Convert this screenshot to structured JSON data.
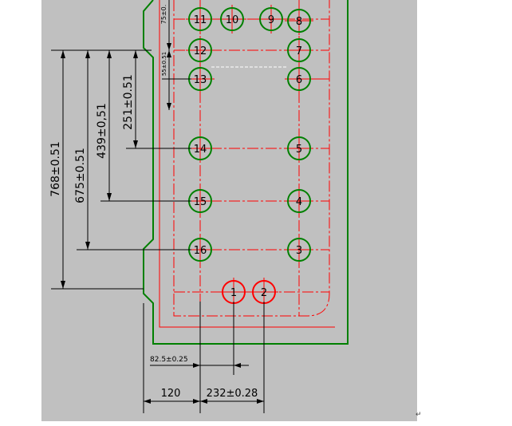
{
  "colors": {
    "background": "#c0c0c0",
    "outline": "#008000",
    "centerline": "#ff0000",
    "dimension": "#000000"
  },
  "holes": [
    {
      "label": "1",
      "ring_color": "#ff0000"
    },
    {
      "label": "2",
      "ring_color": "#ff0000"
    },
    {
      "label": "3",
      "ring_color": "#008000"
    },
    {
      "label": "4",
      "ring_color": "#008000"
    },
    {
      "label": "5",
      "ring_color": "#008000"
    },
    {
      "label": "6",
      "ring_color": "#008000"
    },
    {
      "label": "7",
      "ring_color": "#008000"
    },
    {
      "label": "8",
      "ring_color": "#008000"
    },
    {
      "label": "9",
      "ring_color": "#008000"
    },
    {
      "label": "10",
      "ring_color": "#008000"
    },
    {
      "label": "11",
      "ring_color": "#008000"
    },
    {
      "label": "12",
      "ring_color": "#008000"
    },
    {
      "label": "13",
      "ring_color": "#008000"
    },
    {
      "label": "14",
      "ring_color": "#008000"
    },
    {
      "label": "15",
      "ring_color": "#008000"
    },
    {
      "label": "16",
      "ring_color": "#008000"
    }
  ],
  "dimensions": {
    "d768": "768±0.51",
    "d675": "675±0.51",
    "d439": "439±0,51",
    "d251": "251±0.51",
    "d75": "75±0.",
    "d55": "55±0.51",
    "d82": "82.5±0.25",
    "d120": "120",
    "d232": "232±0.28"
  },
  "return_mark": "↵"
}
